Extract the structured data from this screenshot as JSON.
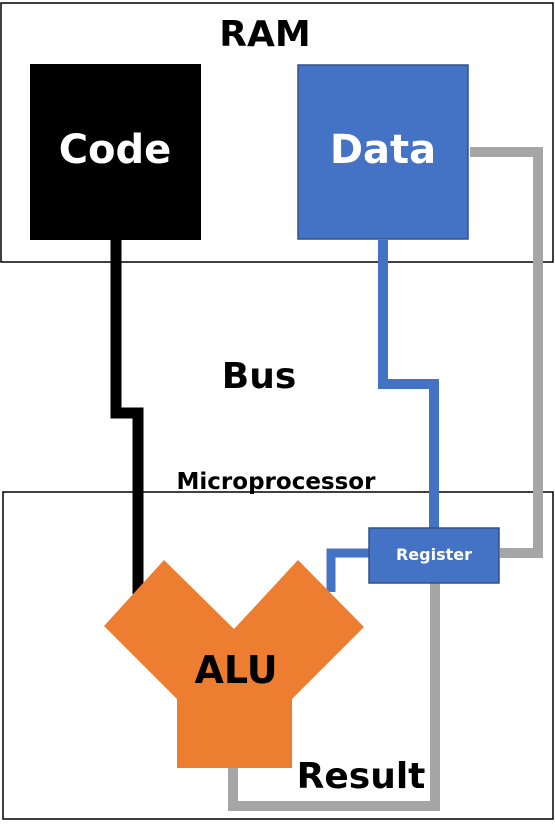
{
  "ram": {
    "title": "RAM"
  },
  "code_block": {
    "label": "Code",
    "color": "#000000"
  },
  "data_block": {
    "label": "Data",
    "color": "#4472C4"
  },
  "bus": {
    "label": "Bus"
  },
  "microprocessor": {
    "title": "Microprocessor"
  },
  "register": {
    "label": "Register",
    "color": "#4472C4"
  },
  "alu": {
    "label": "ALU",
    "color": "#ED7D31"
  },
  "result": {
    "label": "Result"
  },
  "colors": {
    "code_bus": "#000000",
    "data_bus": "#4472C4",
    "return_bus": "#A6A6A6",
    "border": "#000000"
  }
}
